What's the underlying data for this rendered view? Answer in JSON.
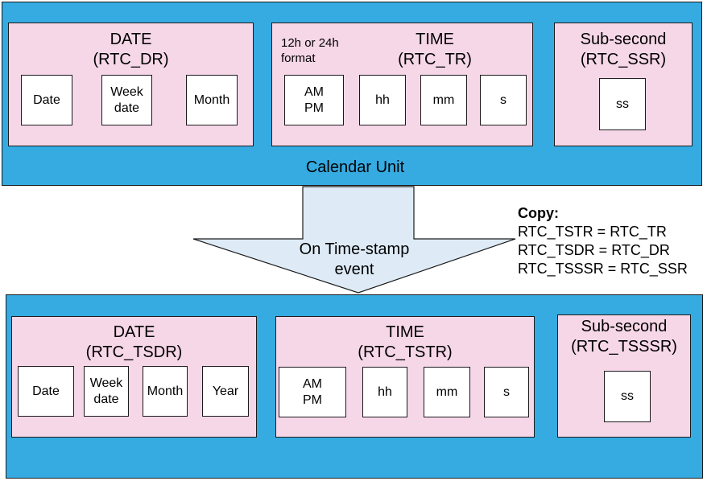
{
  "top": {
    "unit_label": "Calendar Unit",
    "date": {
      "title": "DATE\n(RTC_DR)",
      "fields": [
        "Date",
        "Week\ndate",
        "Month"
      ]
    },
    "time": {
      "title": "TIME\n(RTC_TR)",
      "format_note": "12h or 24h\nformat",
      "fields": [
        "AM\nPM",
        "hh",
        "mm",
        "s"
      ]
    },
    "subsecond": {
      "title": "Sub-second\n(RTC_SSR)",
      "field": "ss"
    }
  },
  "arrow": {
    "label": "On Time-stamp\nevent"
  },
  "copy": {
    "heading": "Copy:",
    "lines": [
      "RTC_TSTR = RTC_TR",
      "RTC_TSDR = RTC_DR",
      "RTC_TSSSR = RTC_SSR"
    ]
  },
  "bottom": {
    "date": {
      "title": "DATE\n(RTC_TSDR)",
      "fields": [
        "Date",
        "Week\ndate",
        "Month",
        "Year"
      ]
    },
    "time": {
      "title": "TIME\n(RTC_TSTR)",
      "fields": [
        "AM\nPM",
        "hh",
        "mm",
        "s"
      ]
    },
    "subsecond": {
      "title": "Sub-second\n(RTC_TSSSR)",
      "field": "ss"
    }
  },
  "colors": {
    "unit_fill": "#35abe2",
    "group_fill": "#f6d7e8",
    "arrow_fill": "#deebf7"
  }
}
